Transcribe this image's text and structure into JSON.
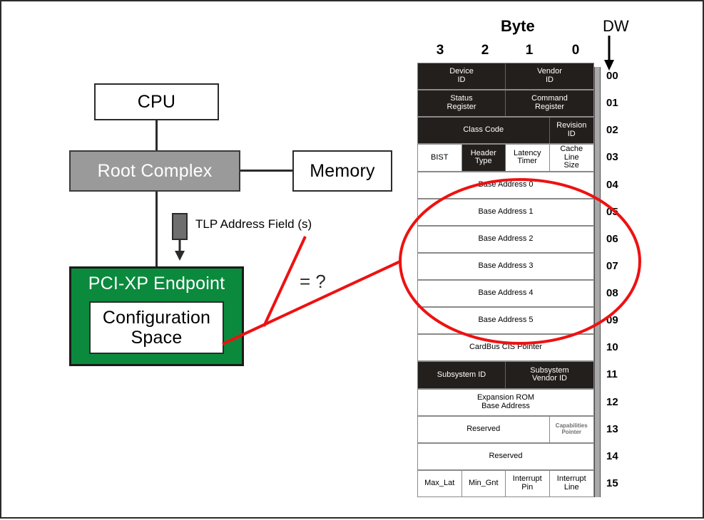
{
  "diagram": {
    "blocks": {
      "cpu": "CPU",
      "root_complex": "Root Complex",
      "memory": "Memory",
      "endpoint_title": "PCI-XP Endpoint",
      "endpoint_inner_line1": "Configuration",
      "endpoint_inner_line2": "Space"
    },
    "tlp_label": "TLP Address Field (s)",
    "equals_mark": "= ?",
    "colors": {
      "root_complex_fill": "#9a9a9a",
      "endpoint_fill": "#0b8a3d",
      "highlight_ellipse": "#ee1111",
      "table_dark_fill": "#231f1c",
      "table_light_fill": "#ffffff"
    }
  },
  "table": {
    "byte_header": "Byte",
    "byte_labels": [
      "3",
      "2",
      "1",
      "0"
    ],
    "dw_header": "DW",
    "dw_numbers": [
      "00",
      "01",
      "02",
      "03",
      "04",
      "05",
      "06",
      "07",
      "08",
      "09",
      "10",
      "11",
      "12",
      "13",
      "14",
      "15"
    ],
    "rows": [
      {
        "dw": "00",
        "cells": [
          {
            "text": "Device\nID",
            "span": 2,
            "dark": true
          },
          {
            "text": "Vendor\nID",
            "span": 2,
            "dark": true
          }
        ]
      },
      {
        "dw": "01",
        "cells": [
          {
            "text": "Status\nRegister",
            "span": 2,
            "dark": true
          },
          {
            "text": "Command\nRegister",
            "span": 2,
            "dark": true
          }
        ]
      },
      {
        "dw": "02",
        "cells": [
          {
            "text": "Class Code",
            "span": 3,
            "dark": true
          },
          {
            "text": "Revision\nID",
            "span": 1,
            "dark": true
          }
        ]
      },
      {
        "dw": "03",
        "cells": [
          {
            "text": "BIST",
            "span": 1,
            "dark": false
          },
          {
            "text": "Header\nType",
            "span": 1,
            "dark": true
          },
          {
            "text": "Latency\nTimer",
            "span": 1,
            "dark": false
          },
          {
            "text": "Cache\nLine\nSize",
            "span": 1,
            "dark": false
          }
        ]
      },
      {
        "dw": "04",
        "cells": [
          {
            "text": "Base Address 0",
            "span": 4,
            "dark": false
          }
        ]
      },
      {
        "dw": "05",
        "cells": [
          {
            "text": "Base Address 1",
            "span": 4,
            "dark": false
          }
        ]
      },
      {
        "dw": "06",
        "cells": [
          {
            "text": "Base Address 2",
            "span": 4,
            "dark": false
          }
        ]
      },
      {
        "dw": "07",
        "cells": [
          {
            "text": "Base Address 3",
            "span": 4,
            "dark": false
          }
        ]
      },
      {
        "dw": "08",
        "cells": [
          {
            "text": "Base Address 4",
            "span": 4,
            "dark": false
          }
        ]
      },
      {
        "dw": "09",
        "cells": [
          {
            "text": "Base Address 5",
            "span": 4,
            "dark": false
          }
        ]
      },
      {
        "dw": "10",
        "cells": [
          {
            "text": "CardBus CIS Pointer",
            "span": 4,
            "dark": false
          }
        ]
      },
      {
        "dw": "11",
        "cells": [
          {
            "text": "Subsystem ID",
            "span": 2,
            "dark": true
          },
          {
            "text": "Subsystem\nVendor ID",
            "span": 2,
            "dark": true
          }
        ]
      },
      {
        "dw": "12",
        "cells": [
          {
            "text": "Expansion ROM\nBase Address",
            "span": 4,
            "dark": false
          }
        ]
      },
      {
        "dw": "13",
        "cells": [
          {
            "text": "Reserved",
            "span": 3,
            "dark": false
          },
          {
            "text": "Capabilities\nPointer",
            "span": 1,
            "dark": false,
            "tiny": true
          }
        ]
      },
      {
        "dw": "14",
        "cells": [
          {
            "text": "Reserved",
            "span": 4,
            "dark": false
          }
        ]
      },
      {
        "dw": "15",
        "cells": [
          {
            "text": "Max_Lat",
            "span": 1,
            "dark": false
          },
          {
            "text": "Min_Gnt",
            "span": 1,
            "dark": false
          },
          {
            "text": "Interrupt\nPin",
            "span": 1,
            "dark": false
          },
          {
            "text": "Interrupt\nLine",
            "span": 1,
            "dark": false
          }
        ]
      }
    ]
  }
}
